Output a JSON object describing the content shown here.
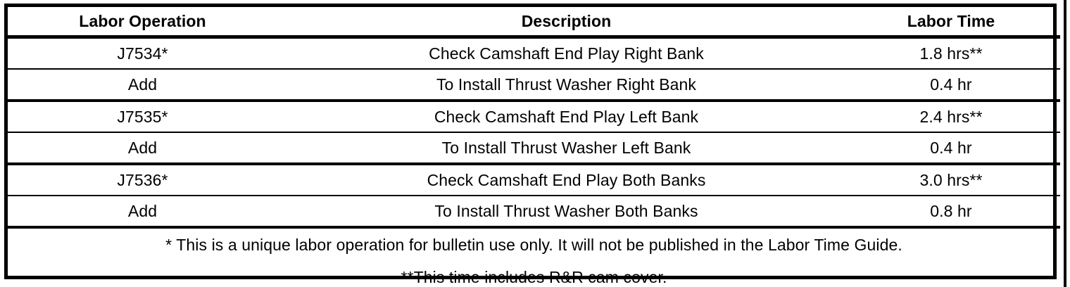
{
  "table": {
    "columns": [
      {
        "key": "labor_operation",
        "header": "Labor Operation"
      },
      {
        "key": "description",
        "header": "Description"
      },
      {
        "key": "labor_time",
        "header": "Labor Time"
      },
      {
        "key": "blank",
        "header": ""
      }
    ],
    "rows": [
      {
        "labor_operation": "J7534*",
        "description": "Check Camshaft End Play Right Bank",
        "labor_time": "1.8 hrs**"
      },
      {
        "labor_operation": "Add",
        "description": "To Install Thrust Washer Right Bank",
        "labor_time": "0.4 hr"
      },
      {
        "labor_operation": "J7535*",
        "description": "Check Camshaft End Play Left Bank",
        "labor_time": "2.4 hrs**"
      },
      {
        "labor_operation": "Add",
        "description": "To Install Thrust Washer Left Bank",
        "labor_time": "0.4 hr"
      },
      {
        "labor_operation": "J7536*",
        "description": "Check Camshaft End Play Both Banks",
        "labor_time": "3.0 hrs**"
      },
      {
        "labor_operation": "Add",
        "description": "To Install Thrust Washer Both Banks",
        "labor_time": "0.8 hr"
      }
    ],
    "footnotes": [
      "* This is a unique labor operation for bulletin use only. It will not be published in the Labor Time Guide.",
      "**This time includes R&R cam cover."
    ]
  },
  "colors": {
    "rule": "#000000",
    "text": "#000000",
    "background": "#ffffff"
  }
}
